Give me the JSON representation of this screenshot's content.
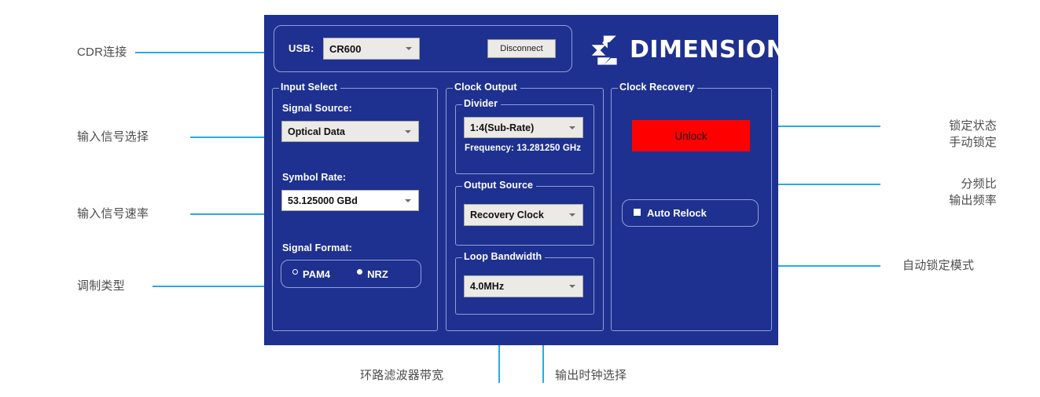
{
  "annotations": {
    "left": [
      {
        "id": "cdr-connect",
        "text": "CDR连接"
      },
      {
        "id": "input-select",
        "text": "输入信号选择"
      },
      {
        "id": "symbol-rate",
        "text": "输入信号速率"
      },
      {
        "id": "modulation",
        "text": "调制类型"
      }
    ],
    "right": [
      {
        "id": "lock-status",
        "text": "锁定状态\n手动锁定"
      },
      {
        "id": "divider-ratio",
        "text": "分频比\n输出频率"
      },
      {
        "id": "auto-relock",
        "text": "自动锁定模式"
      }
    ],
    "bottom": [
      {
        "id": "loop-bandwidth",
        "text": "环路滤波器带宽"
      },
      {
        "id": "output-clock",
        "text": "输出时钟选择"
      }
    ]
  },
  "app": {
    "brand": "DIMENSION",
    "connection": {
      "usb_label": "USB:",
      "device_value": "CR600",
      "disconnect_label": "Disconnect"
    },
    "input_select": {
      "title": "Input Select",
      "signal_source_label": "Signal Source:",
      "signal_source_value": "Optical Data",
      "symbol_rate_label": "Symbol Rate:",
      "symbol_rate_value": "53.125000 GBd",
      "signal_format_label": "Signal Format:",
      "format_options": [
        {
          "label": "PAM4",
          "selected": false
        },
        {
          "label": "NRZ",
          "selected": true
        }
      ]
    },
    "clock_output": {
      "title": "Clock Output",
      "divider": {
        "title": "Divider",
        "value": "1:4(Sub-Rate)",
        "frequency_text": "Frequency: 13.281250 GHz"
      },
      "output_source": {
        "title": "Output Source",
        "value": "Recovery Clock"
      },
      "loop_bandwidth": {
        "title": "Loop Bandwidth",
        "value": "4.0MHz"
      }
    },
    "clock_recovery": {
      "title": "Clock Recovery",
      "status_button_label": "Unlock",
      "status_color": "#ff0000",
      "auto_relock_label": "Auto Relock",
      "auto_relock_checked": true
    }
  },
  "colors": {
    "panel_background": "#1e3190",
    "leader_line": "#29ABE2",
    "annotation_text": "#4d4d4d",
    "alarm": "#ff0000",
    "field_background": "#eceae6"
  }
}
